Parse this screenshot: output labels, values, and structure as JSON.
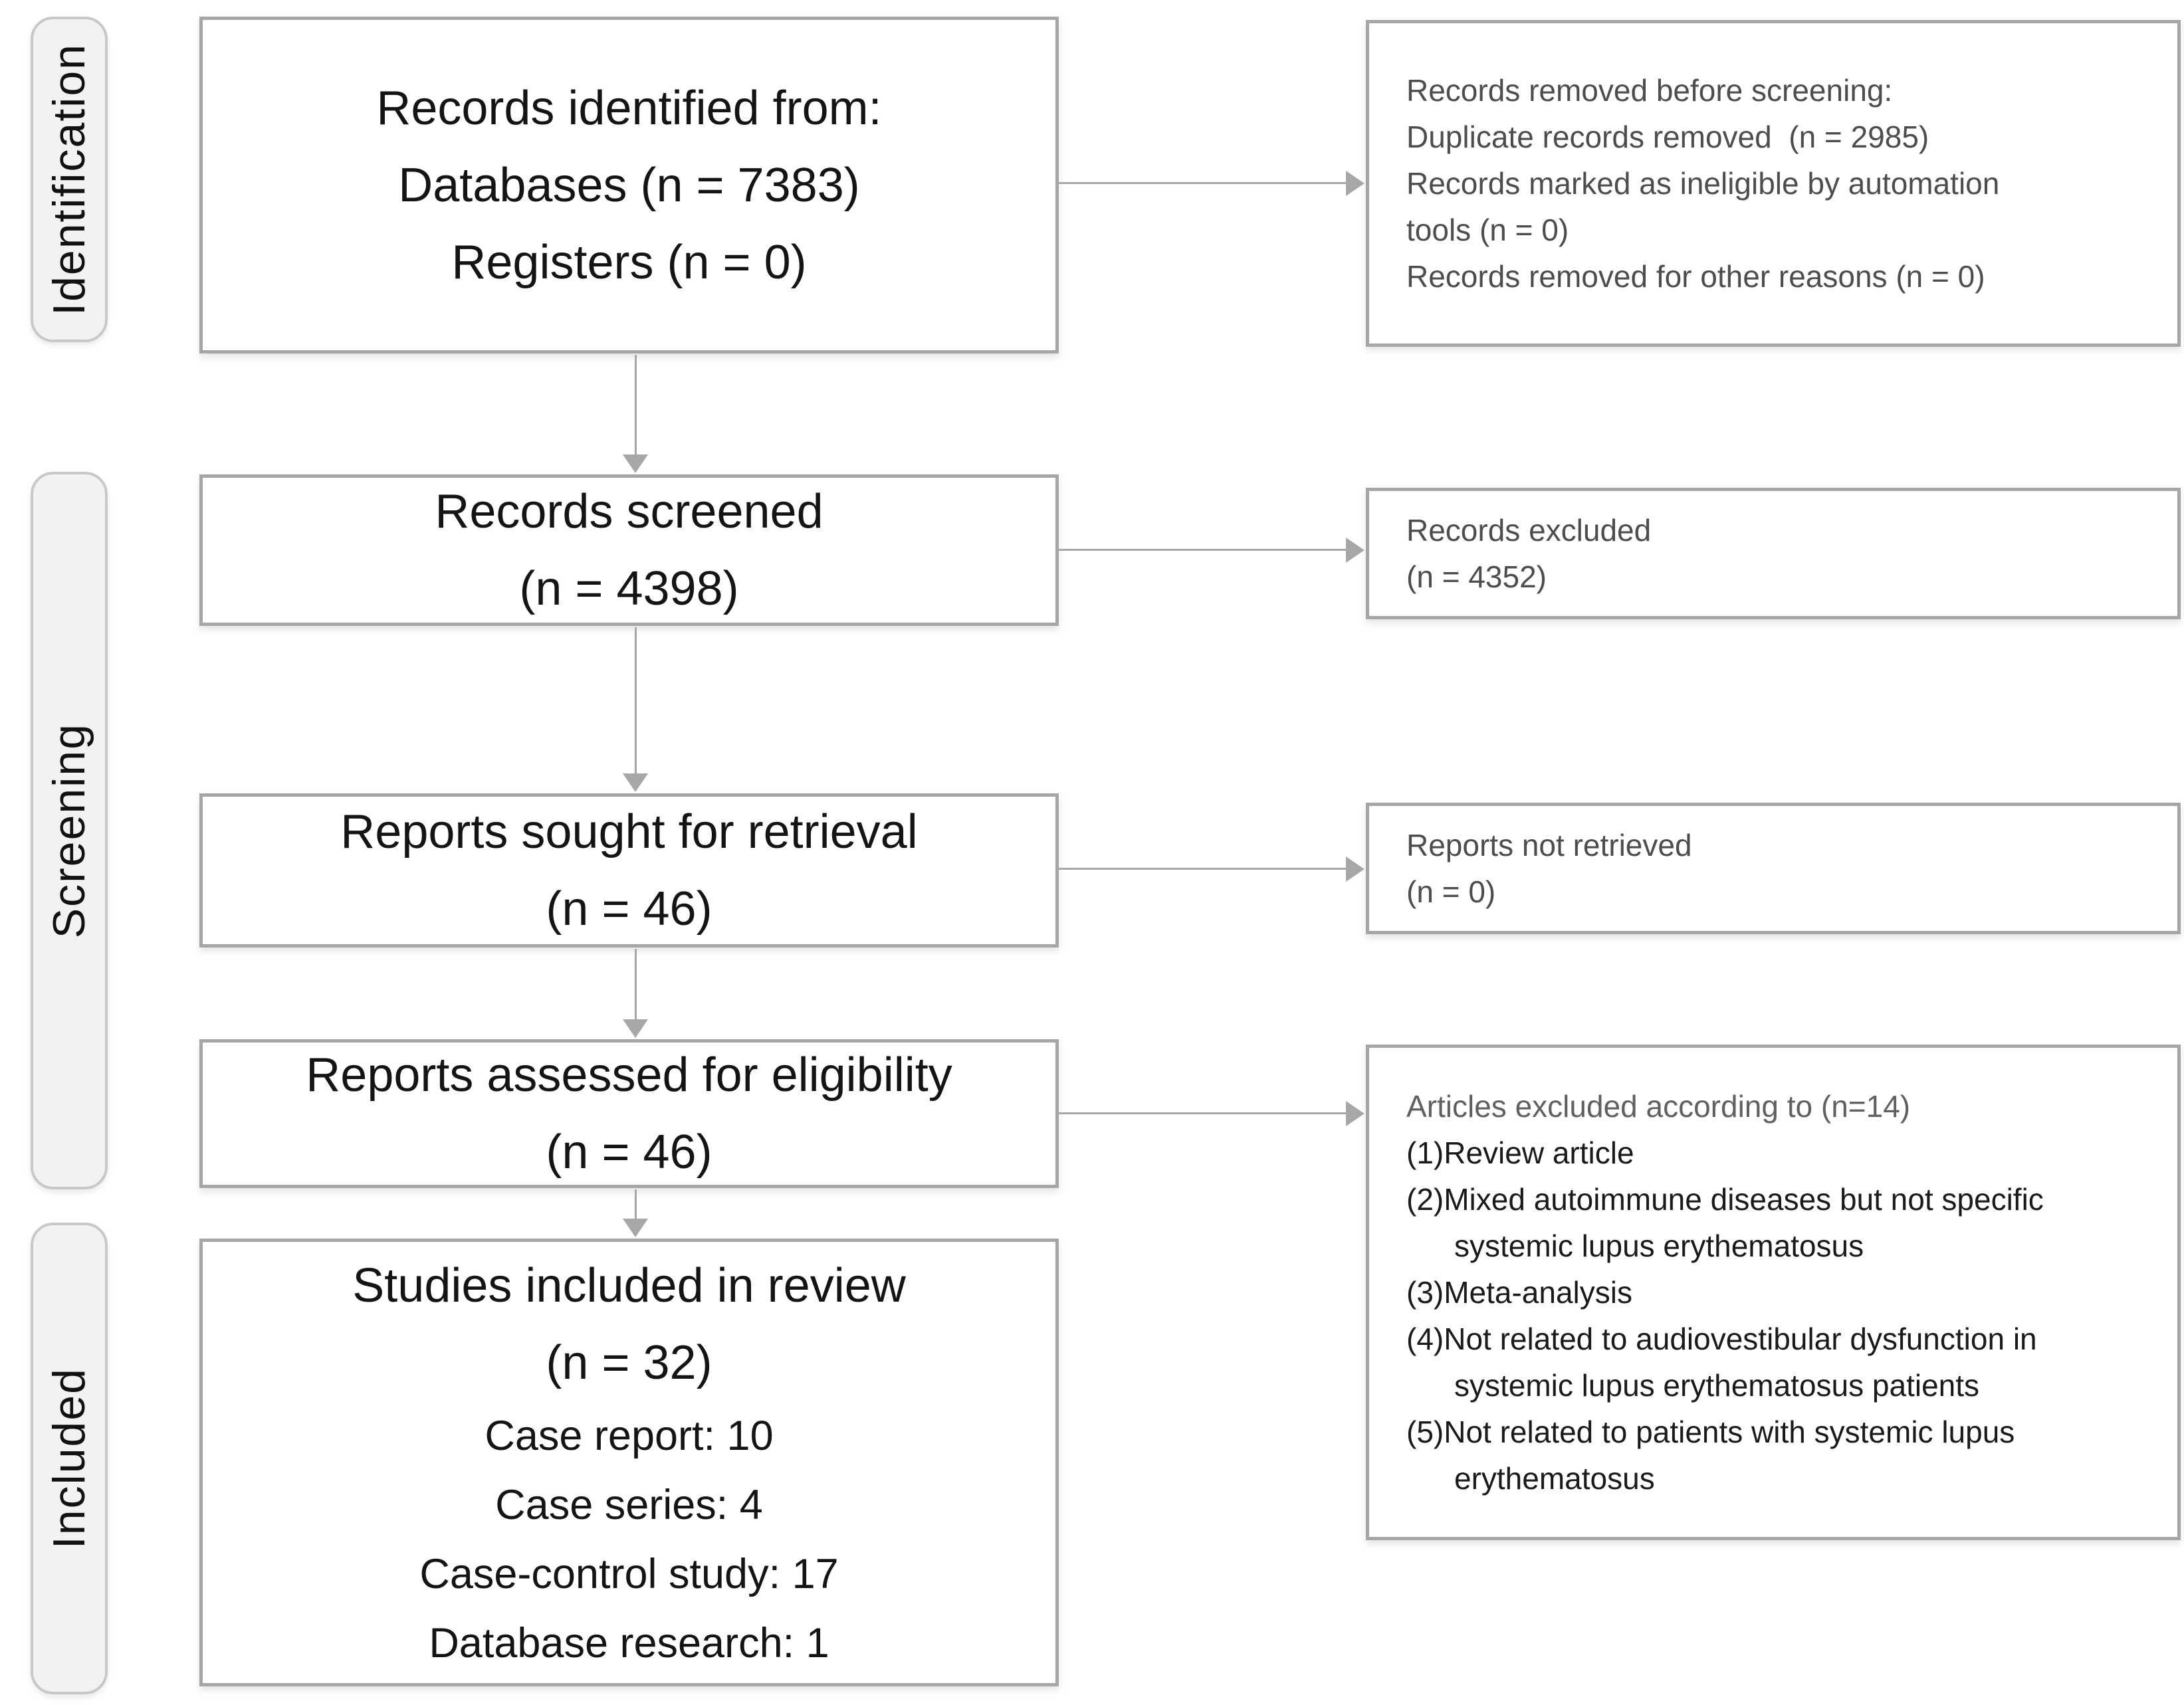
{
  "colors": {
    "box_border": "#a6a6a6",
    "arrow": "#a7a7a7",
    "sidebar_fill": "#f2f2f2",
    "sidebar_border": "#c8c8c8",
    "left_text": "#141414",
    "right_text": "#4d4d4d",
    "excluded_header_text": "#606060",
    "excluded_item_text": "#1a1a1a"
  },
  "sidebar": {
    "labels": [
      "Identification",
      "Screening",
      "Included"
    ]
  },
  "flow": {
    "identified": {
      "lines": [
        "Records identified from:",
        "Databases (n = 7383)",
        "Registers (n = 0)"
      ]
    },
    "screened": {
      "lines": [
        "Records screened",
        "(n = 4398)"
      ]
    },
    "sought": {
      "lines": [
        "Reports sought for retrieval",
        "(n = 46)"
      ]
    },
    "assessed": {
      "lines": [
        "Reports assessed for eligibility",
        "(n = 46)"
      ]
    },
    "included": {
      "lines": [
        "Studies included in review",
        "(n = 32)",
        "Case report: 10",
        "Case series: 4",
        "Case-control study: 17",
        "Database research: 1"
      ]
    }
  },
  "exclusions": {
    "removed": {
      "lines": [
        "Records removed before screening:",
        "Duplicate records removed  (n = 2985)",
        "Records marked as ineligible by automation tools (n = 0)",
        "Records removed for other reasons (n = 0)"
      ]
    },
    "excluded": {
      "lines": [
        "Records excluded",
        "(n = 4352)"
      ]
    },
    "not_retrieved": {
      "lines": [
        "Reports not retrieved",
        "(n = 0)"
      ]
    },
    "articles": {
      "header": "Articles excluded according to (n=14)",
      "items": [
        "(1)Review article",
        "(2)Mixed autoimmune diseases but not specific systemic lupus erythematosus",
        "(3)Meta-analysis",
        "(4)Not related to audiovestibular dysfunction in systemic lupus erythematosus patients",
        "(5)Not related to patients with systemic lupus erythematosus"
      ]
    }
  }
}
